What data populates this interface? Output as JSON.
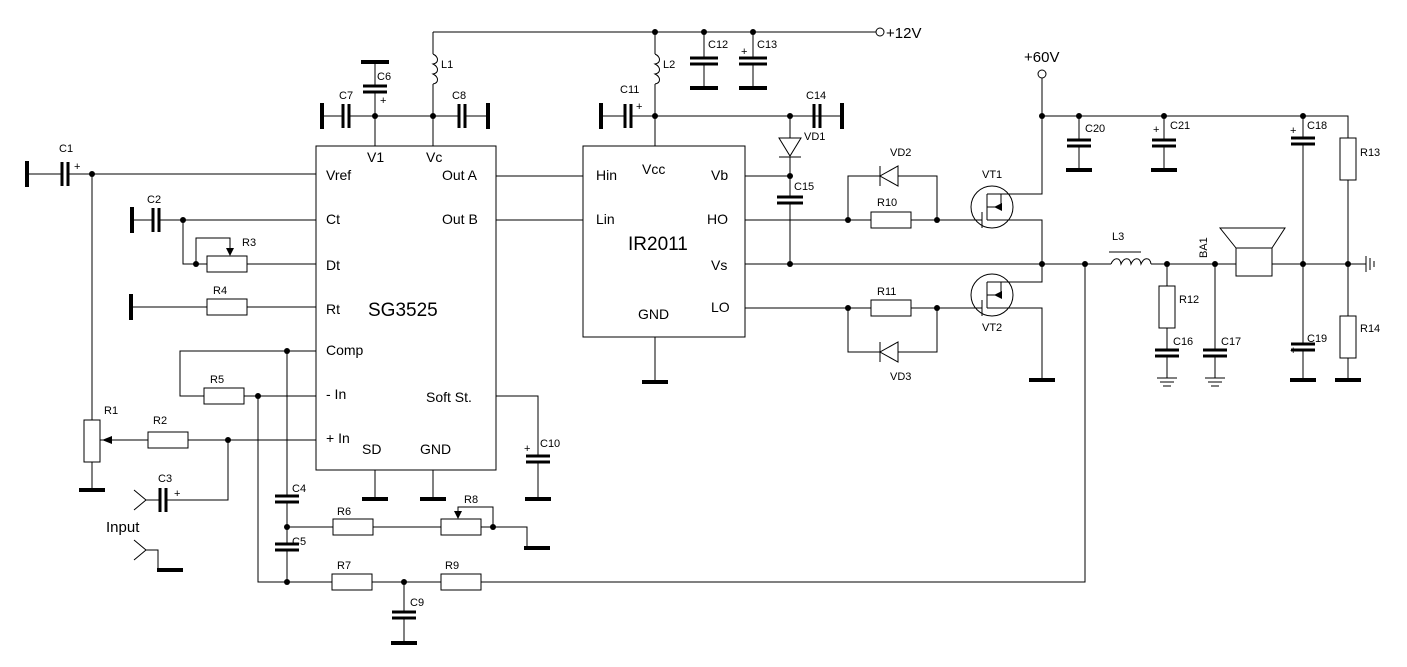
{
  "supply": {
    "v12": "+12V",
    "v60": "+60V"
  },
  "input_label": "Input",
  "chips": {
    "sg3525": {
      "name": "SG3525",
      "pins": {
        "vref": "Vref",
        "ct": "Ct",
        "dt": "Dt",
        "rt": "Rt",
        "comp": "Comp",
        "inm": "- In",
        "inp": "+ In",
        "v1": "V1",
        "vc": "Vc",
        "outa": "Out A",
        "outb": "Out B",
        "soft": "Soft St.",
        "sd": "SD",
        "gnd": "GND"
      }
    },
    "ir2011": {
      "name": "IR2011",
      "pins": {
        "hin": "Hin",
        "lin": "Lin",
        "vcc": "Vcc",
        "vb": "Vb",
        "ho": "HO",
        "vs": "Vs",
        "lo": "LO",
        "gnd": "GND"
      }
    }
  },
  "components": {
    "C1": "C1",
    "C2": "C2",
    "C3": "C3",
    "C4": "C4",
    "C5": "C5",
    "C6": "C6",
    "C7": "C7",
    "C8": "C8",
    "C9": "C9",
    "C10": "C10",
    "C11": "C11",
    "C12": "C12",
    "C13": "C13",
    "C14": "C14",
    "C15": "C15",
    "C16": "C16",
    "C17": "C17",
    "C18": "C18",
    "C19": "C19",
    "C20": "C20",
    "C21": "C21",
    "R1": "R1",
    "R2": "R2",
    "R3": "R3",
    "R4": "R4",
    "R5": "R5",
    "R6": "R6",
    "R7": "R7",
    "R8": "R8",
    "R9": "R9",
    "R10": "R10",
    "R11": "R11",
    "R12": "R12",
    "R13": "R13",
    "R14": "R14",
    "L1": "L1",
    "L2": "L2",
    "L3": "L3",
    "VD1": "VD1",
    "VD2": "VD2",
    "VD3": "VD3",
    "VT1": "VT1",
    "VT2": "VT2",
    "BA1": "BA1"
  }
}
